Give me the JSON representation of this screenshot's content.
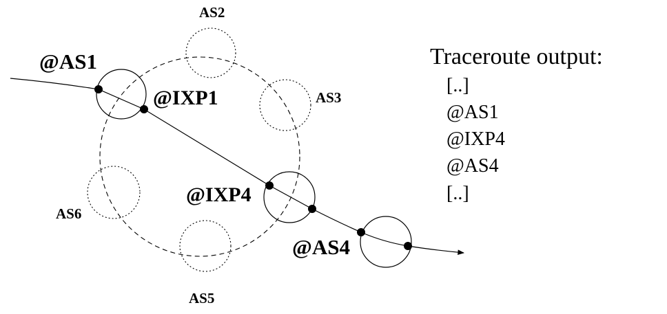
{
  "diagram": {
    "labels": {
      "as1": "@AS1",
      "ixp1": "@IXP1",
      "ixp4": "@IXP4",
      "as4": "@AS4",
      "as2": "AS2",
      "as3": "AS3",
      "as5": "AS5",
      "as6": "AS6"
    },
    "traceroute": {
      "title": "Traceroute output:",
      "lines": [
        "[..]",
        "@AS1",
        "@IXP4",
        "@AS4",
        "[..]"
      ]
    }
  }
}
